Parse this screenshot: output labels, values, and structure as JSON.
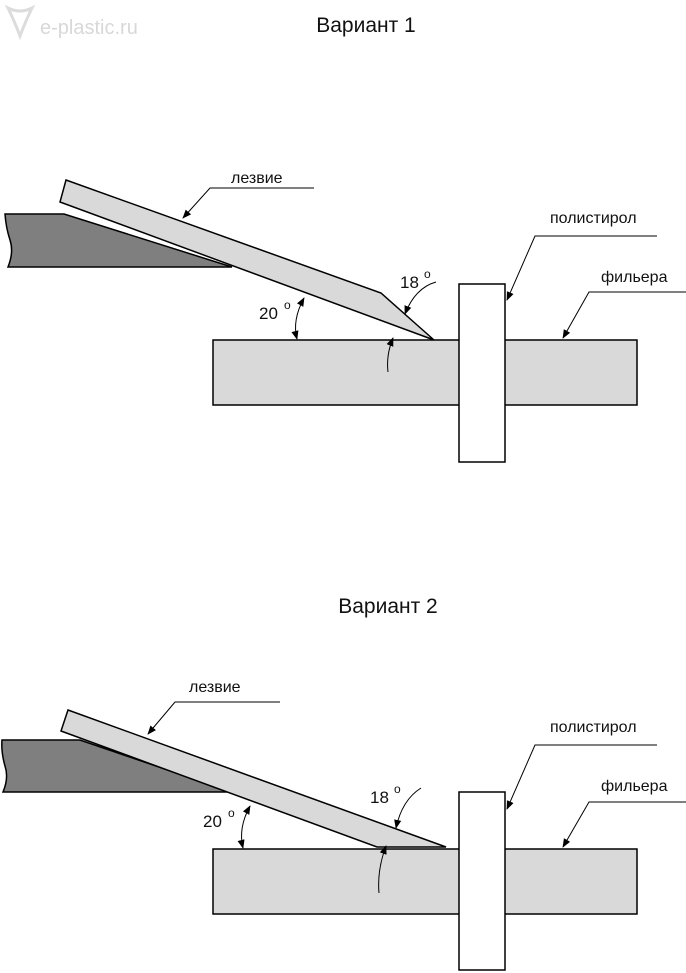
{
  "watermark": "e-plastic.ru",
  "colors": {
    "holder": "#7f7f7f",
    "blade": "#d9d9d9",
    "die": "#d9d9d9",
    "polystyrene": "#ffffff",
    "outline": "#000000"
  },
  "variants": [
    {
      "title": "Вариант 1",
      "labels": {
        "blade": "лезвие",
        "polystyrene": "полистирол",
        "die": "фильера"
      },
      "angles": {
        "blade_angle": "20",
        "edge_angle": "18",
        "degree_mark": "o"
      }
    },
    {
      "title": "Вариант 2",
      "labels": {
        "blade": "лезвие",
        "polystyrene": "полистирол",
        "die": "фильера"
      },
      "angles": {
        "blade_angle": "20",
        "edge_angle": "18",
        "degree_mark": "o"
      }
    }
  ]
}
